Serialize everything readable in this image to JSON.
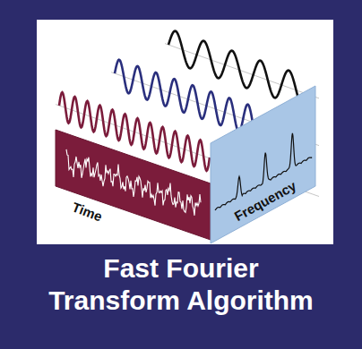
{
  "diagram": {
    "title": "Fast Fourier Transform Algorithm",
    "nodes": [
      {
        "text": [
          "Time"
        ]
      },
      {
        "text": [
          "Frequency"
        ]
      }
    ]
  }
}
